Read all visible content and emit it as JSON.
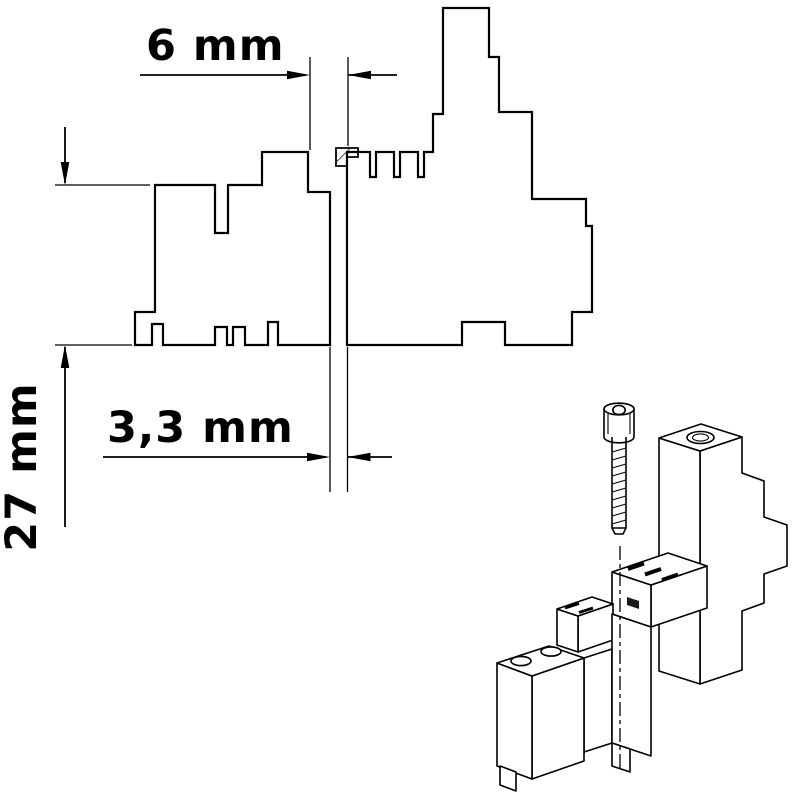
{
  "diagram": {
    "background": "#ffffff",
    "line_color": "#000000",
    "labels": {
      "dim_slot_width": "6 mm",
      "dim_screw_hole": "3,3 mm",
      "dim_height": "27 mm"
    }
  }
}
